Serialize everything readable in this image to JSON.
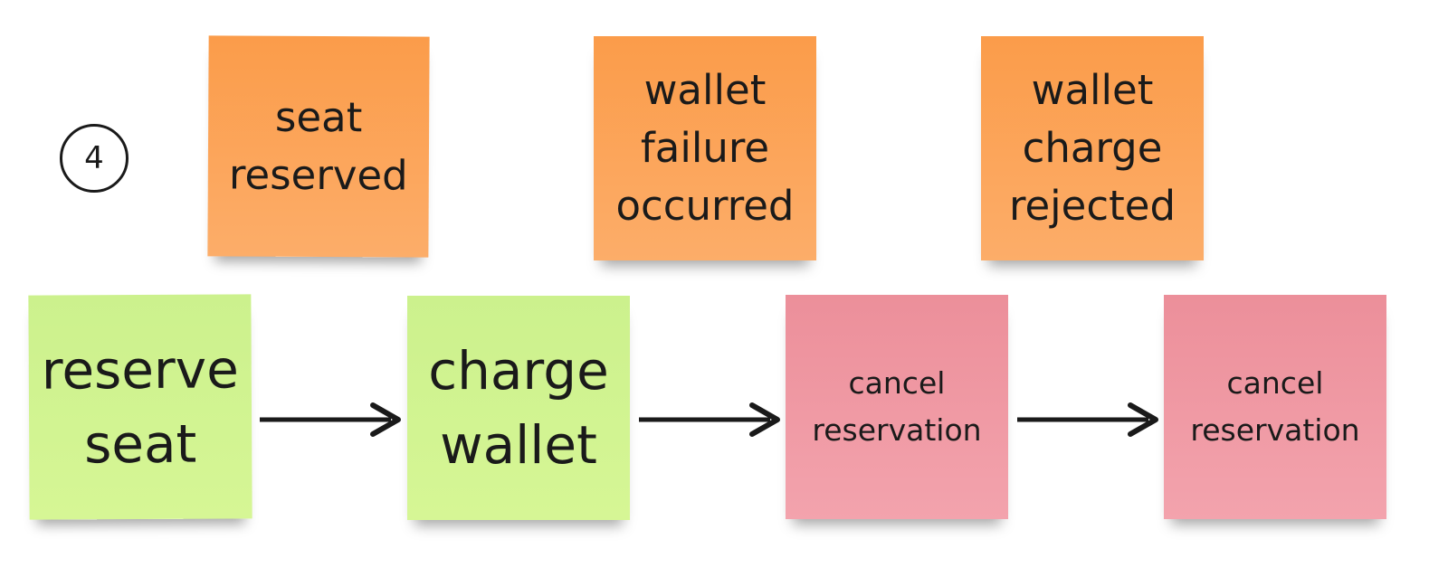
{
  "step_number": "4",
  "events": [
    {
      "label": "seat\nreserved",
      "color": "#fb9c4a"
    },
    {
      "label": "wallet\nfailure\noccurred",
      "color": "#fb9c4a"
    },
    {
      "label": "wallet\ncharge\nrejected",
      "color": "#fb9c4a"
    }
  ],
  "commands": [
    {
      "label": "reserve\nseat",
      "color": "#ccf18d"
    },
    {
      "label": "charge\nwallet",
      "color": "#ccf18d"
    }
  ],
  "policies": [
    {
      "label": "cancel\nreservation",
      "color": "#ec8f9a"
    },
    {
      "label": "cancel\nreservation",
      "color": "#ec8f9a"
    }
  ],
  "arrow_color": "#1a1a1a"
}
